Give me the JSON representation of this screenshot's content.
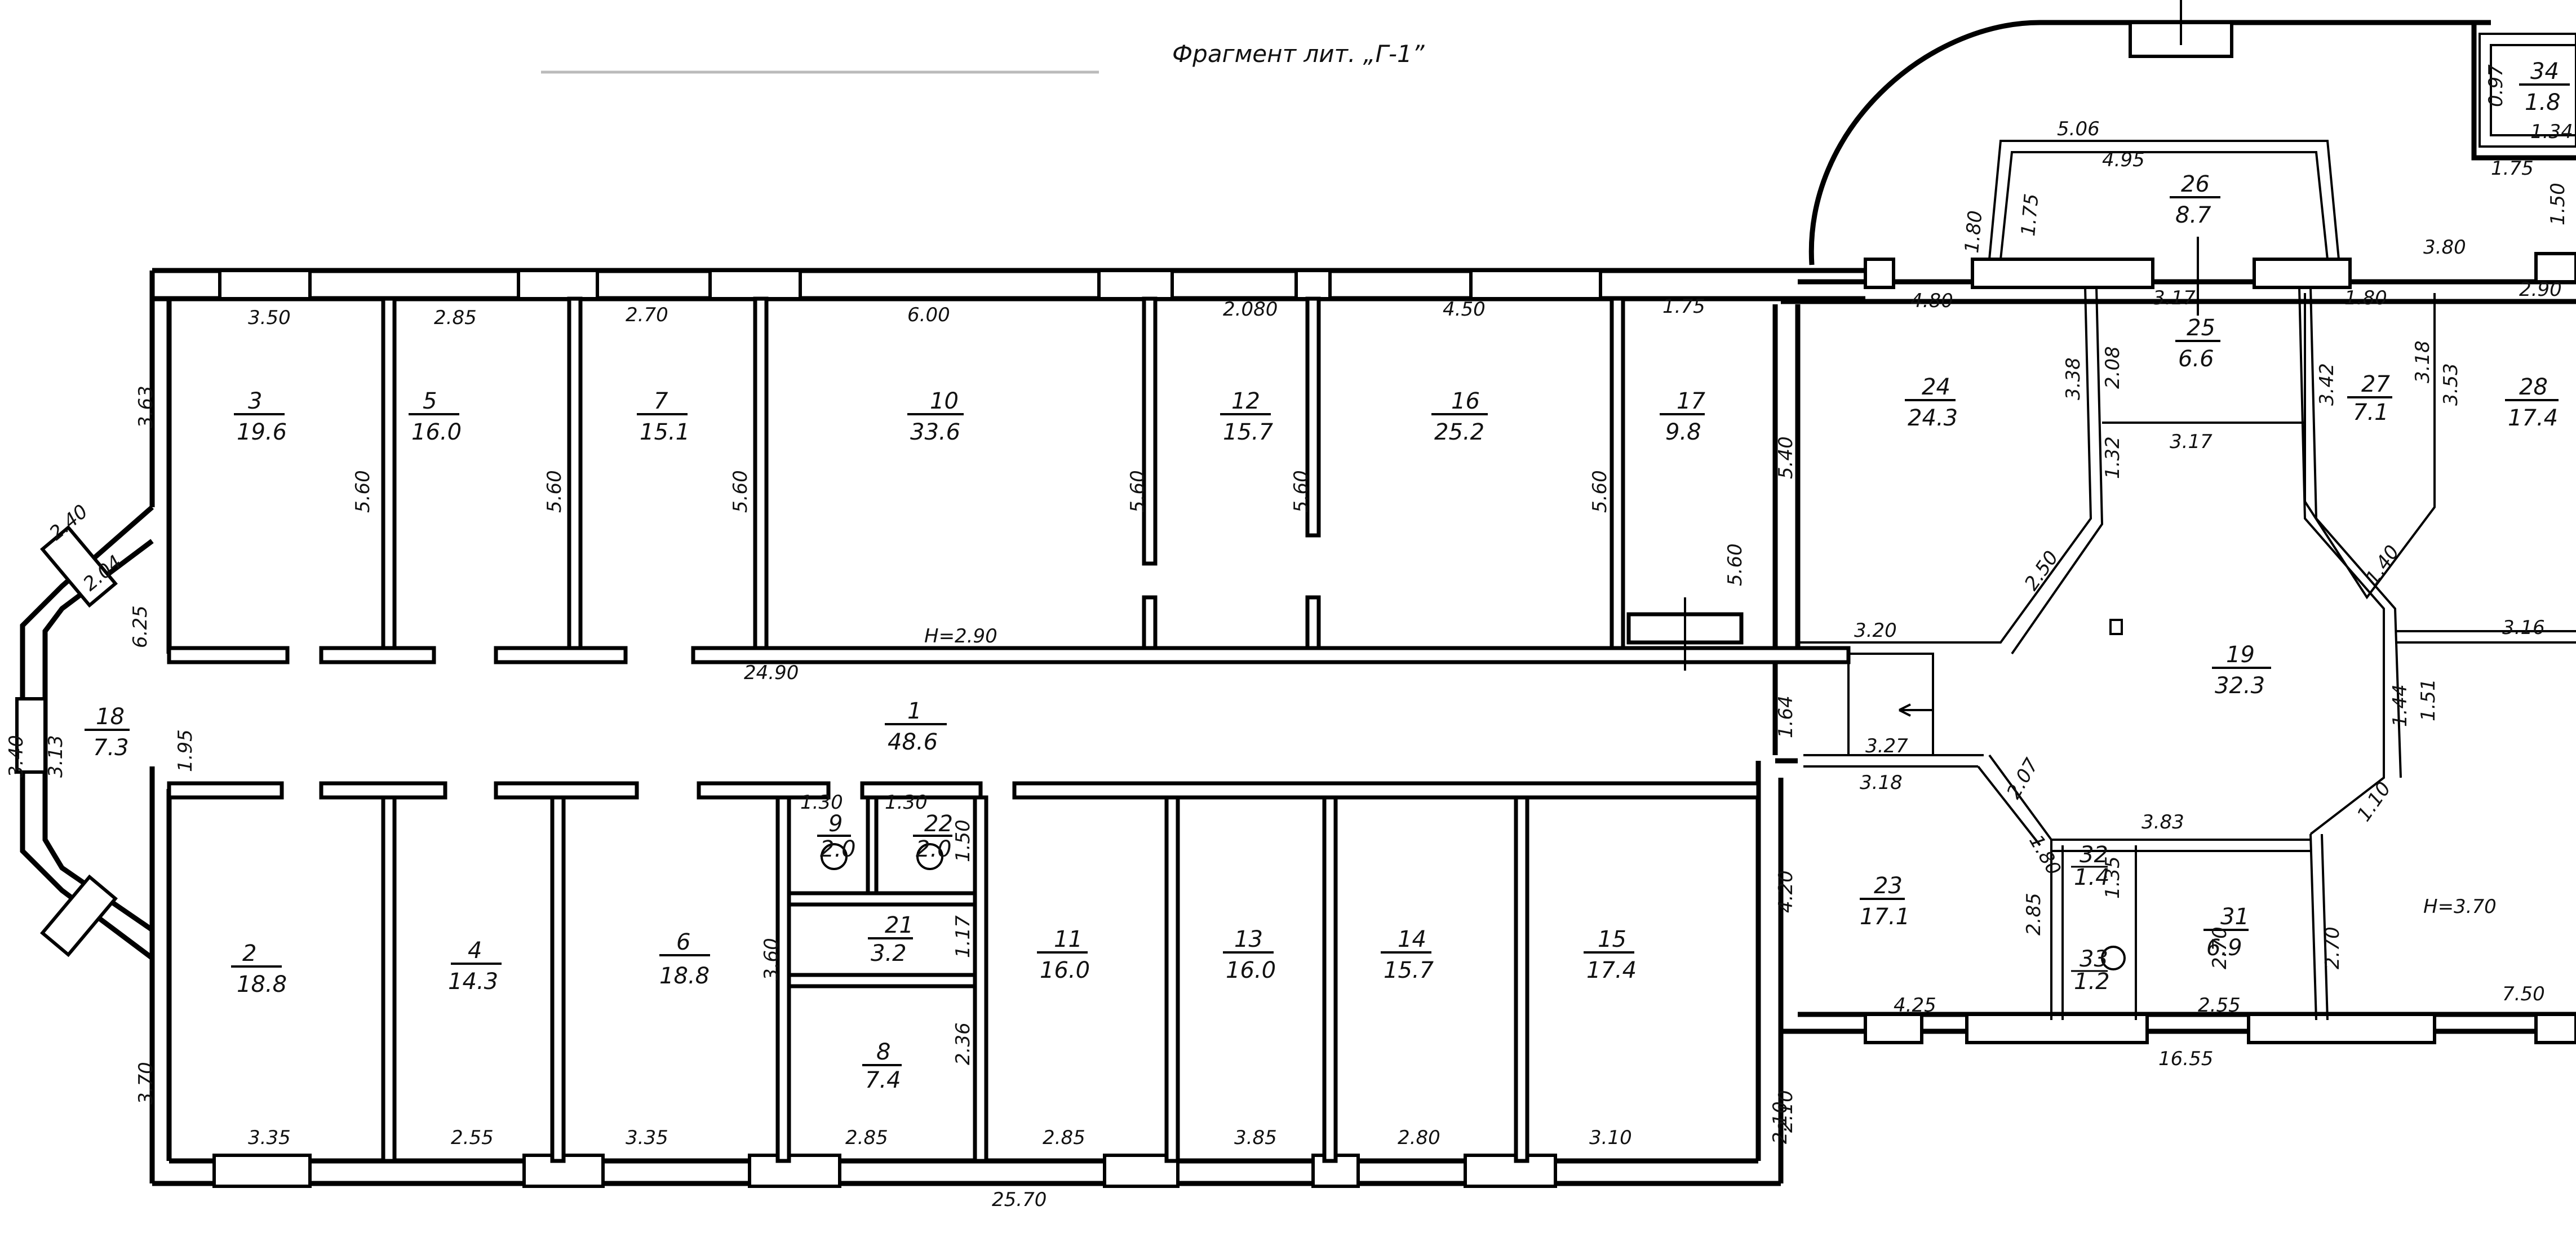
{
  "title": "Фрагмент лит. „Г-1”",
  "rooms": [
    {
      "num": "1",
      "area": "48.6"
    },
    {
      "num": "2",
      "area": "18.8"
    },
    {
      "num": "3",
      "area": "19.6"
    },
    {
      "num": "4",
      "area": "14.3"
    },
    {
      "num": "5",
      "area": "16.0"
    },
    {
      "num": "6",
      "area": "18.8"
    },
    {
      "num": "7",
      "area": "15.1"
    },
    {
      "num": "8",
      "area": "7.4"
    },
    {
      "num": "9",
      "area": "2.0"
    },
    {
      "num": "10",
      "area": "33.6"
    },
    {
      "num": "11",
      "area": "16.0"
    },
    {
      "num": "12",
      "area": "15.7"
    },
    {
      "num": "13",
      "area": "16.0"
    },
    {
      "num": "14",
      "area": "15.7"
    },
    {
      "num": "15",
      "area": "17.4"
    },
    {
      "num": "16",
      "area": "25.2"
    },
    {
      "num": "17",
      "area": "9.8"
    },
    {
      "num": "18",
      "area": "7.3"
    },
    {
      "num": "19",
      "area": "32.3"
    },
    {
      "num": "21",
      "area": "3.2"
    },
    {
      "num": "22",
      "area": "2.0"
    },
    {
      "num": "23",
      "area": "17.1"
    },
    {
      "num": "24",
      "area": "24.3"
    },
    {
      "num": "25",
      "area": "6.6"
    },
    {
      "num": "26",
      "area": "8.7"
    },
    {
      "num": "27",
      "area": "7.1"
    },
    {
      "num": "28",
      "area": "17.4"
    },
    {
      "num": "31",
      "area": "6.9"
    },
    {
      "num": "32",
      "area": "1.4"
    },
    {
      "num": "33",
      "area": "1.2"
    },
    {
      "num": "34",
      "area": "1.8"
    }
  ],
  "dims": {
    "d_3_50": "3.50",
    "d_2_85a": "2.85",
    "d_2_70": "2.70",
    "d_6_00": "6.00",
    "d_2_080": "2.080",
    "d_4_50": "4.50",
    "d_1_75a": "1.75",
    "d_4_80": "4.80",
    "d_3_80": "3.80",
    "d_2_90": "2.90",
    "d_5_06": "5.06",
    "d_4_95": "4.95",
    "d_1_80a": "1.80",
    "d_1_75b": "1.75",
    "d_3_17a": "3.17",
    "d_1_80b": "1.80",
    "d_3_63": "3.63",
    "d_5_60a": "5.60",
    "d_5_60b": "5.60",
    "d_5_60c": "5.60",
    "d_5_60d": "5.60",
    "d_5_60e": "5.60",
    "d_5_60f": "5.60",
    "d_5_40": "5.40",
    "d_5_60g": "5.60",
    "d_3_38": "3.38",
    "d_2_08a": "2.08",
    "d_1_32": "1.32",
    "d_3_17b": "3.17",
    "d_3_42": "3.42",
    "d_3_18a": "3.18",
    "d_3_53": "3.53",
    "d_2_40": "2.40",
    "d_2_04": "2.04",
    "d_6_25": "6.25",
    "d_H_290": "H=2.90",
    "d_24_90": "24.90",
    "d_3_20": "3.20",
    "d_2_50": "2.50",
    "d_3_40": "3.40",
    "d_3_13": "3.13",
    "d_1_95": "1.95",
    "d_1_64": "1.64",
    "d_3_27": "3.27",
    "d_3_18b": "3.18",
    "d_2_07": "2.07",
    "d_3_16": "3.16",
    "d_1_51": "1.51",
    "d_1_30a": "1.30",
    "d_1_30b": "1.30",
    "d_1_50": "1.50",
    "d_4_20": "4.20",
    "d_3_83": "3.83",
    "d_1_80c": "1.80",
    "d_2_10": "2.10",
    "d_3_60": "3.60",
    "d_1_17": "1.17",
    "d_2_85b": "2.85",
    "d_2_70a": "2.70",
    "d_2_70b": "2.70",
    "d_H_370": "H=3.70",
    "d_7_50": "7.50",
    "d_4_25": "4.25",
    "d_2_55a": "2.55",
    "d_16_55": "16.55",
    "d_3_70": "3.70",
    "d_3_35a": "3.35",
    "d_2_55b": "2.55",
    "d_3_35b": "3.35",
    "d_2_85c": "2.85",
    "d_2_85d": "2.85",
    "d_3_85": "3.85",
    "d_2_80": "2.80",
    "d_3_10": "3.10",
    "d_25_70": "25.70",
    "d_2_10b": "2.10",
    "d_0_97": "0.97",
    "d_1_34": "1.34",
    "d_1_75c": "1.75",
    "d_1_50b": "1.50",
    "d_1_40": "1.40",
    "d_1_44": "1.44",
    "d_1_10": "1.10",
    "d_1_35": "1.35",
    "d_2_36": "2.36"
  }
}
